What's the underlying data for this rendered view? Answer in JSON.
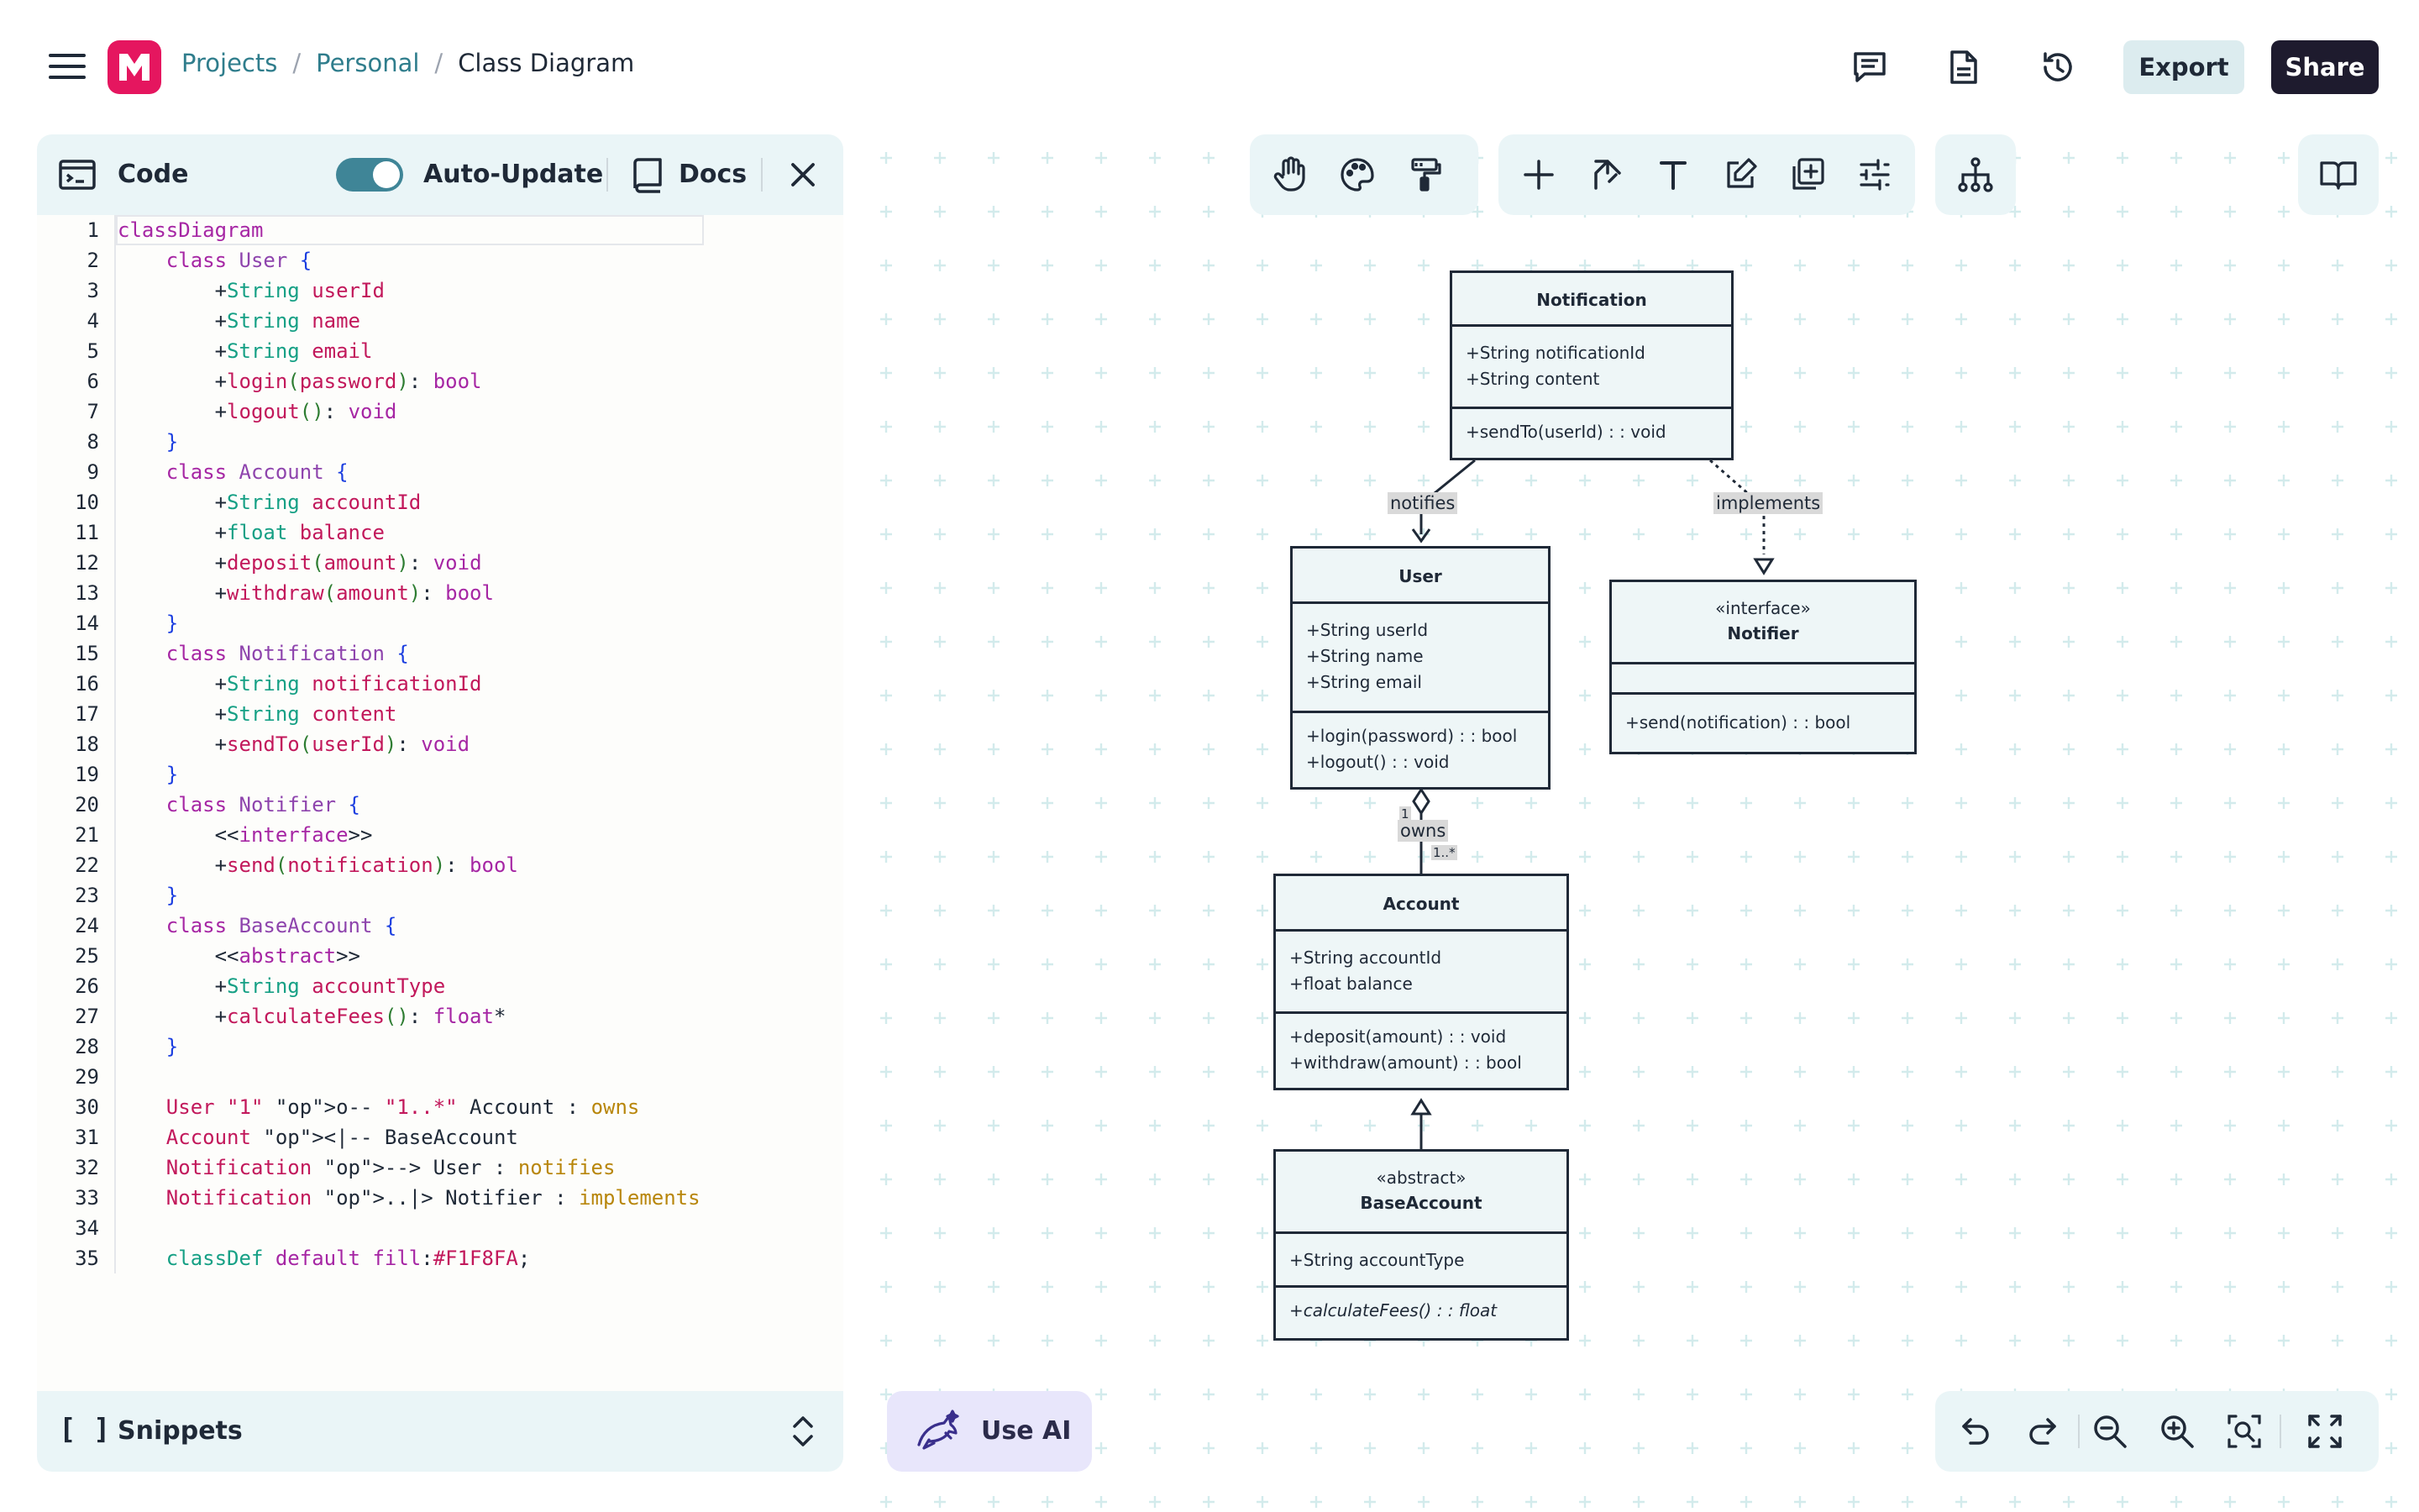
{
  "header": {
    "breadcrumb": [
      "Projects",
      "Personal",
      "Class Diagram"
    ],
    "separator": "/",
    "export_label": "Export",
    "share_label": "Share",
    "icons": [
      "comments-icon",
      "document-icon",
      "history-icon"
    ]
  },
  "code_panel": {
    "title": "Code",
    "auto_update_label": "Auto-Update",
    "auto_update_on": true,
    "docs_label": "Docs",
    "snippets_label": "Snippets",
    "snippets_bracket": "[ ]",
    "lines": [
      "classDiagram",
      "    class User {",
      "        +String userId",
      "        +String name",
      "        +String email",
      "        +login(password): bool",
      "        +logout(): void",
      "    }",
      "    class Account {",
      "        +String accountId",
      "        +float balance",
      "        +deposit(amount): void",
      "        +withdraw(amount): bool",
      "    }",
      "    class Notification {",
      "        +String notificationId",
      "        +String content",
      "        +sendTo(userId): void",
      "    }",
      "    class Notifier {",
      "        <<interface>>",
      "        +send(notification): bool",
      "    }",
      "    class BaseAccount {",
      "        <<abstract>>",
      "        +String accountType",
      "        +calculateFees(): float*",
      "    }",
      "",
      "    User \"1\" o-- \"1..*\" Account : owns",
      "    Account <|-- BaseAccount",
      "    Notification --> User : notifies",
      "    Notification ..|> Notifier : implements",
      "",
      "    classDef default fill:#F1F8FA;"
    ]
  },
  "canvas": {
    "use_ai_label": "Use AI",
    "toolbar_icons": [
      "hand-icon",
      "palette-icon",
      "paint-roller-icon",
      "plus-icon",
      "arrow-icon",
      "text-icon",
      "edit-icon",
      "add-node-icon",
      "sliders-icon",
      "hierarchy-icon",
      "book-icon"
    ],
    "zoom_icons": [
      "undo-icon",
      "redo-icon",
      "zoom-out-icon",
      "zoom-in-icon",
      "zoom-fit-icon",
      "fullscreen-icon"
    ]
  },
  "diagram": {
    "fill": "#F1F8FA",
    "classes": {
      "notification": {
        "name": "Notification",
        "attributes": [
          "+String notificationId",
          "+String content"
        ],
        "methods": [
          "+sendTo(userId) : : void"
        ]
      },
      "user": {
        "name": "User",
        "attributes": [
          "+String userId",
          "+String name",
          "+String email"
        ],
        "methods": [
          "+login(password) : : bool",
          "+logout() : : void"
        ]
      },
      "notifier": {
        "stereotype": "«interface»",
        "name": "Notifier",
        "attributes": [],
        "methods": [
          "+send(notification) : : bool"
        ]
      },
      "account": {
        "name": "Account",
        "attributes": [
          "+String accountId",
          "+float balance"
        ],
        "methods": [
          "+deposit(amount) : : void",
          "+withdraw(amount) : : bool"
        ]
      },
      "baseaccount": {
        "stereotype": "«abstract»",
        "name": "BaseAccount",
        "attributes": [
          "+String accountType"
        ],
        "methods": [
          "+calculateFees() : : float"
        ]
      }
    },
    "edges": {
      "notifies": "notifies",
      "implements": "implements",
      "owns": "owns",
      "mult_user": "1",
      "mult_account": "1..*"
    }
  }
}
